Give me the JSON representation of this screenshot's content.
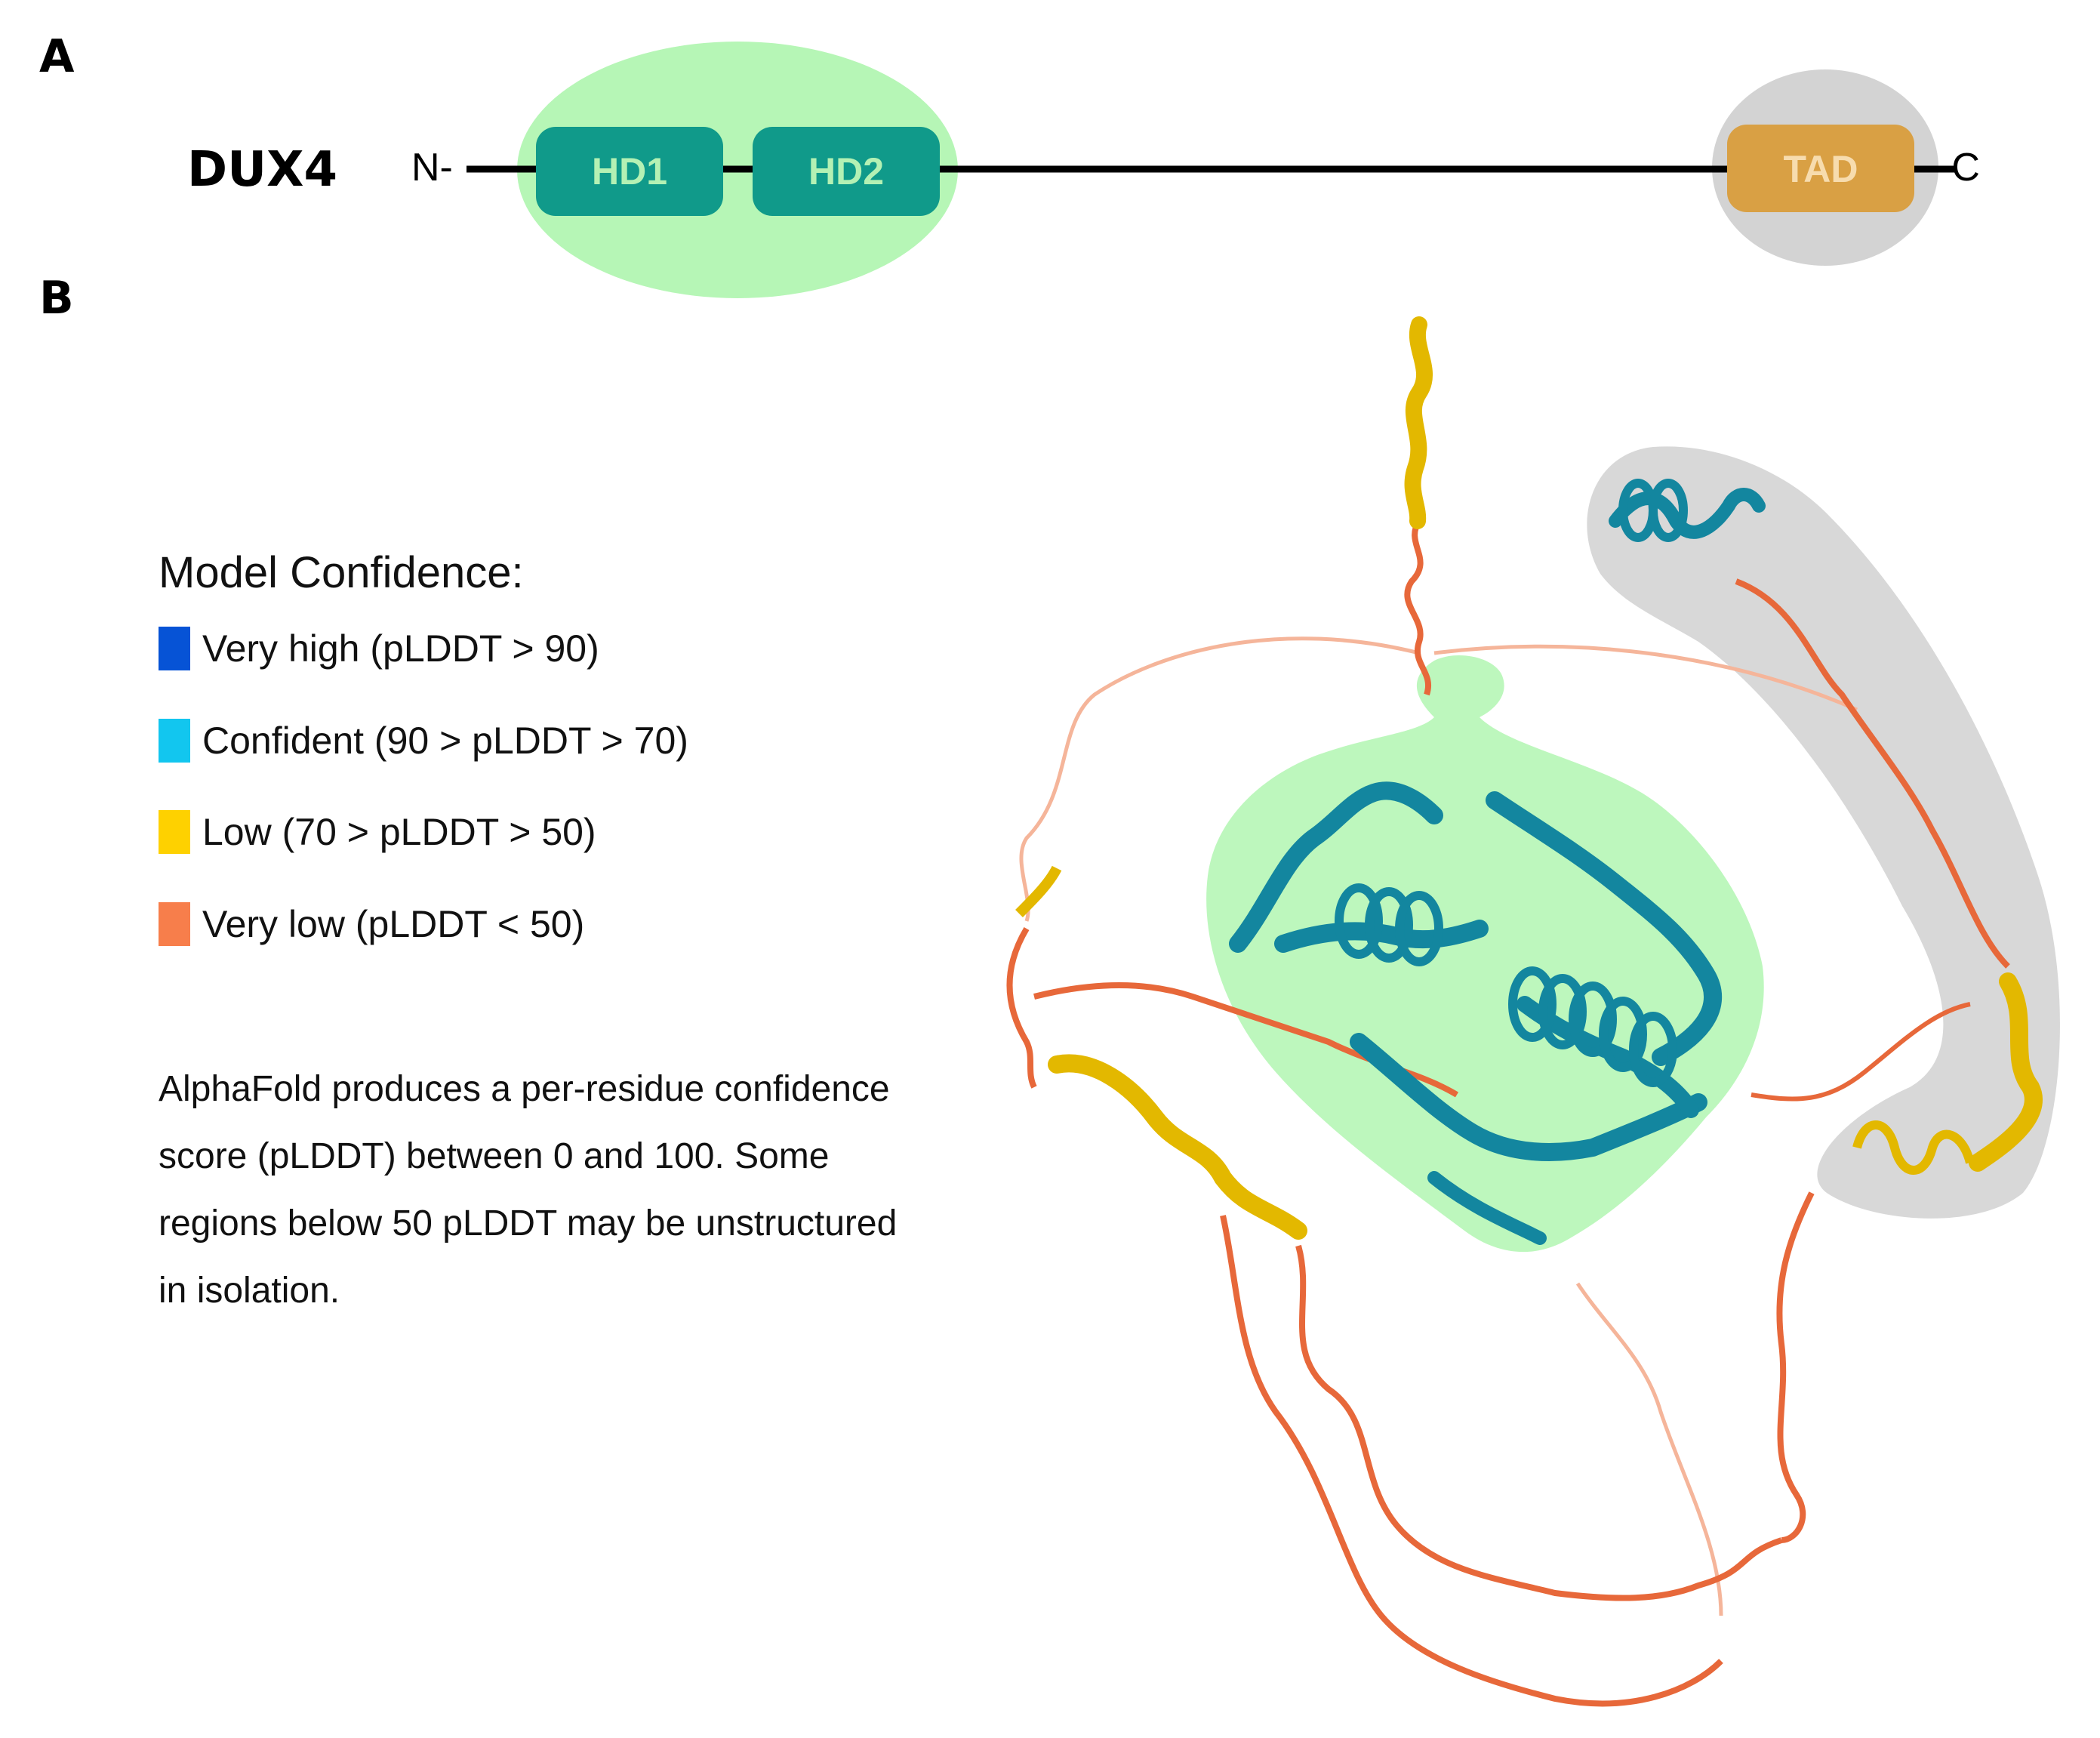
{
  "panel_a": {
    "label": "A",
    "protein": "DUX4",
    "n_terminus": "N-",
    "c_terminus": "-C",
    "domains": [
      {
        "name": "HD1",
        "color": "#109a8a"
      },
      {
        "name": "HD2",
        "color": "#109a8a"
      },
      {
        "name": "TAD",
        "color": "#d9a044"
      }
    ],
    "highlight_colors": {
      "homeodomains": "#b6f6b6",
      "tad": "#d3d3d3"
    }
  },
  "panel_b": {
    "label": "B",
    "legend": {
      "title": "Model Confidence:",
      "items": [
        {
          "label": "Very high (pLDDT > 90)",
          "color": "#0653d6"
        },
        {
          "label": "Confident (90 > pLDDT > 70)",
          "color": "#12c6ef"
        },
        {
          "label": "Low (70 > pLDDT > 50)",
          "color": "#fed100"
        },
        {
          "label": "Very low (pLDDT < 50)",
          "color": "#f77e4b"
        }
      ]
    },
    "caption_lines": [
      "AlphaFold produces a per-residue confidence",
      "score (pLDDT) between 0 and 100. Some",
      "regions below 50 pLDDT may be unstructured",
      "in isolation."
    ],
    "structure_colors": {
      "helix_core": "#13869f",
      "low": "#e3b800",
      "very_low": "#e7683a",
      "faint_loop": "#f5b59a"
    }
  }
}
